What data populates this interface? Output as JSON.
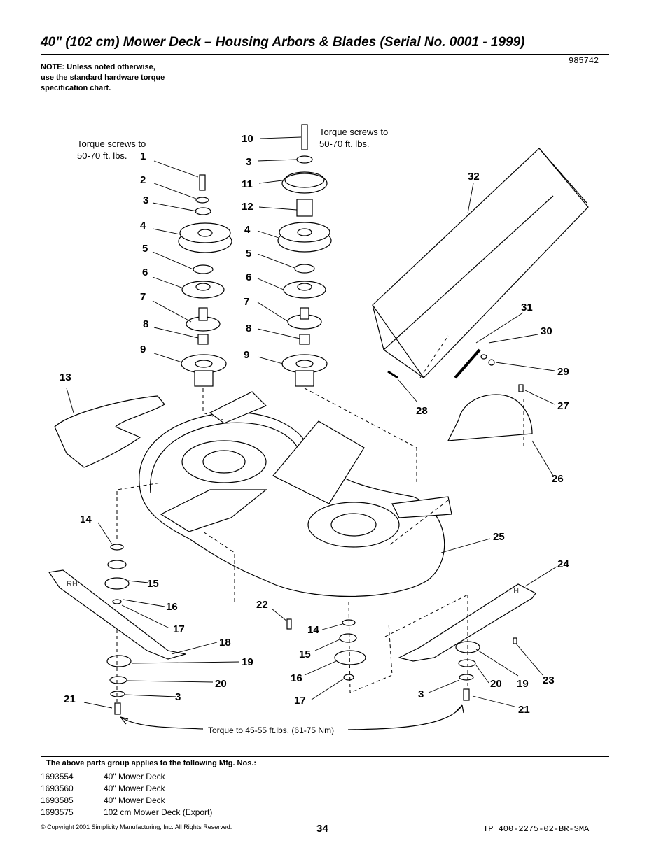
{
  "title": "40\" (102 cm) Mower Deck – Housing Arbors & Blades (Serial No. 0001 - 1999)",
  "drawing_number": "985742",
  "note": [
    "NOTE: Unless noted otherwise,",
    "use the standard hardware torque",
    "specification chart."
  ],
  "torque_left": [
    "Torque screws to",
    "50-70 ft. lbs."
  ],
  "torque_center": [
    "Torque screws to",
    "50-70 ft. lbs."
  ],
  "torque_bottom": "Torque to 45-55 ft.lbs. (61-75 Nm)",
  "blade_rh": "RH",
  "blade_lh": "LH",
  "callouts": {
    "c1": "1",
    "c2": "2",
    "c3a": "3",
    "c4a": "4",
    "c5a": "5",
    "c6a": "6",
    "c7a": "7",
    "c8a": "8",
    "c9a": "9",
    "c10": "10",
    "c3b": "3",
    "c11": "11",
    "c12": "12",
    "c4b": "4",
    "c5b": "5",
    "c6b": "6",
    "c7b": "7",
    "c8b": "8",
    "c9b": "9",
    "c13": "13",
    "c14a": "14",
    "c15a": "15",
    "c16a": "16",
    "c17a": "17",
    "c18": "18",
    "c19a": "19",
    "c20a": "20",
    "c3c": "3",
    "c21a": "21",
    "c22": "22",
    "c14b": "14",
    "c15b": "15",
    "c16b": "16",
    "c17b": "17",
    "c32": "32",
    "c31": "31",
    "c30": "30",
    "c29": "29",
    "c28": "28",
    "c27": "27",
    "c26": "26",
    "c25": "25",
    "c24": "24",
    "c23": "23",
    "c19b": "19",
    "c20b": "20",
    "c3d": "3",
    "c21b": "21"
  },
  "applies_heading": "The above parts group applies to the following Mfg. Nos.:",
  "mfg_numbers": [
    {
      "number": "1693554",
      "description": "40\" Mower Deck"
    },
    {
      "number": "1693560",
      "description": "40\" Mower Deck"
    },
    {
      "number": "1693585",
      "description": "40\" Mower Deck"
    },
    {
      "number": "1693575",
      "description": "102 cm Mower Deck (Export)"
    }
  ],
  "copyright": "© Copyright  2001 Simplicity Manufacturing, Inc. All Rights Reserved.",
  "page_number": "34",
  "doc_id": "TP 400-2275-02-BR-SMA"
}
